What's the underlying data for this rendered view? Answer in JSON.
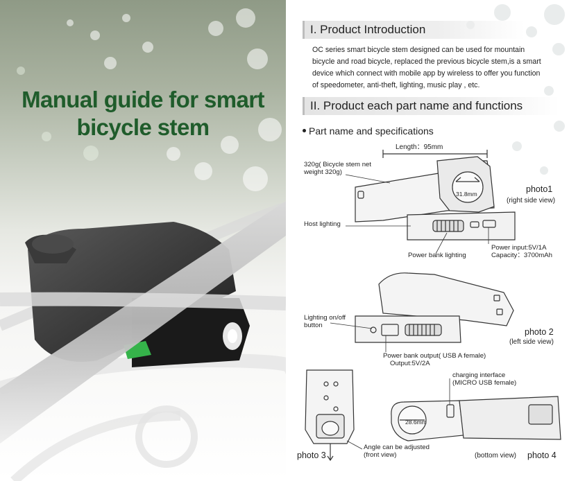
{
  "left": {
    "title_line1": "Manual guide for smart",
    "title_line2": "bicycle stem"
  },
  "section1": {
    "heading": "I. Product Introduction",
    "lines": [
      "OC series smart bicycle stem designed can be used for mountain",
      "bicycle and road bicycle, replaced the previous bicycle stem,is a smart",
      "device which connect with mobile app by wireless to offer you function",
      " of speedometer, anti-theft, lighting, music play , etc."
    ]
  },
  "section2": {
    "heading": "II.  Product each part name and functions",
    "sub": "Part name and specifications"
  },
  "photo1": {
    "length": "Length：95mm",
    "weight_line1": "320g( Bicycle stem net",
    "weight_line2": "weight 320g)",
    "diameter": "31.8mm",
    "host_lighting": "Host lighting",
    "power_bank_lighting": "Power bank lighting",
    "power_input": "Power input:5V/1A",
    "capacity": "Capacity：3700mAh",
    "caption": "photo1",
    "view": "(right side view)"
  },
  "photo2": {
    "lighting_btn_line1": "Lighting on/off",
    "lighting_btn_line2": "button",
    "output_line1": "Power bank output( USB A female)",
    "output_line2": "Output:5V/2A",
    "caption": "photo 2",
    "view": "(left side view)"
  },
  "photo34": {
    "charging_line1": "charging interface",
    "charging_line2": "(MICRO USB female)",
    "diameter": "28.6mm",
    "angle_line1": "Angle can be adjusted",
    "angle_line2": "(front view)",
    "caption3": "photo 3",
    "view4": "(bottom view)",
    "caption4": "photo 4"
  }
}
